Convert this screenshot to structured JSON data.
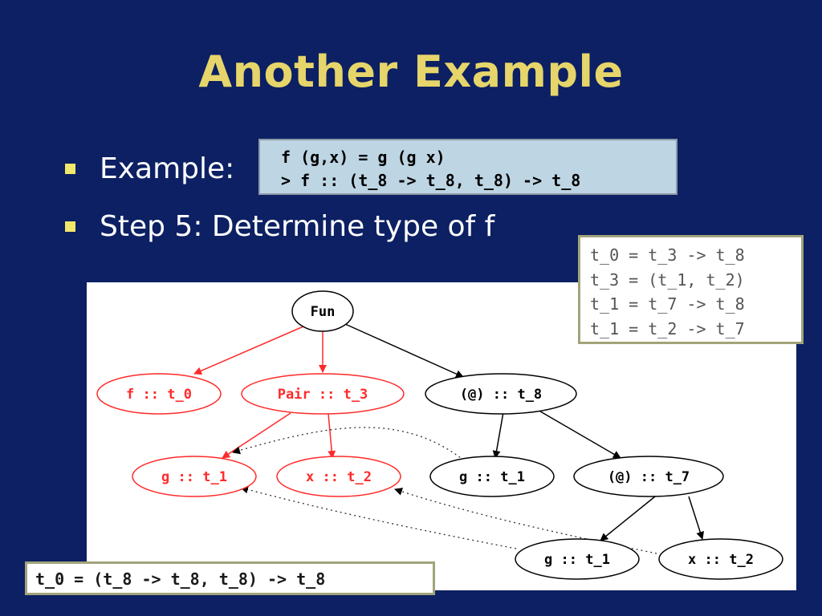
{
  "slide": {
    "title": "Another Example",
    "bullets": [
      "Example:",
      "Step 5: Determine type of f"
    ]
  },
  "code": {
    "line1": "f (g,x) = g (g x)",
    "line2": "> f :: (t_8 -> t_8, t_8) -> t_8"
  },
  "equations": [
    "t_0 = t_3 -> t_8",
    "t_3 = (t_1, t_2)",
    "t_1 = t_7 -> t_8",
    "t_1 = t_2 -> t_7"
  ],
  "result": "t_0 = (t_8 -> t_8, t_8) -> t_8",
  "tree": {
    "nodes": [
      {
        "id": "fun",
        "label": "Fun",
        "status": "black"
      },
      {
        "id": "f",
        "label": "f :: t_0",
        "status": "red"
      },
      {
        "id": "pair",
        "label": "Pair :: t_3",
        "status": "red"
      },
      {
        "id": "app8",
        "label": "(@) :: t_8",
        "status": "black"
      },
      {
        "id": "g1",
        "label": "g :: t_1",
        "status": "red"
      },
      {
        "id": "x2",
        "label": "x :: t_2",
        "status": "red"
      },
      {
        "id": "g1b",
        "label": "g :: t_1",
        "status": "black"
      },
      {
        "id": "app7",
        "label": "(@) :: t_7",
        "status": "black"
      },
      {
        "id": "g1c",
        "label": "g :: t_1",
        "status": "black"
      },
      {
        "id": "x2b",
        "label": "x :: t_2",
        "status": "black"
      }
    ]
  },
  "colors": {
    "background": "#0c2063",
    "title": "#e6d56a",
    "bullet_marker": "#f0e86a",
    "highlight": "#ff2a2a",
    "code_box": "#bed5e3"
  }
}
